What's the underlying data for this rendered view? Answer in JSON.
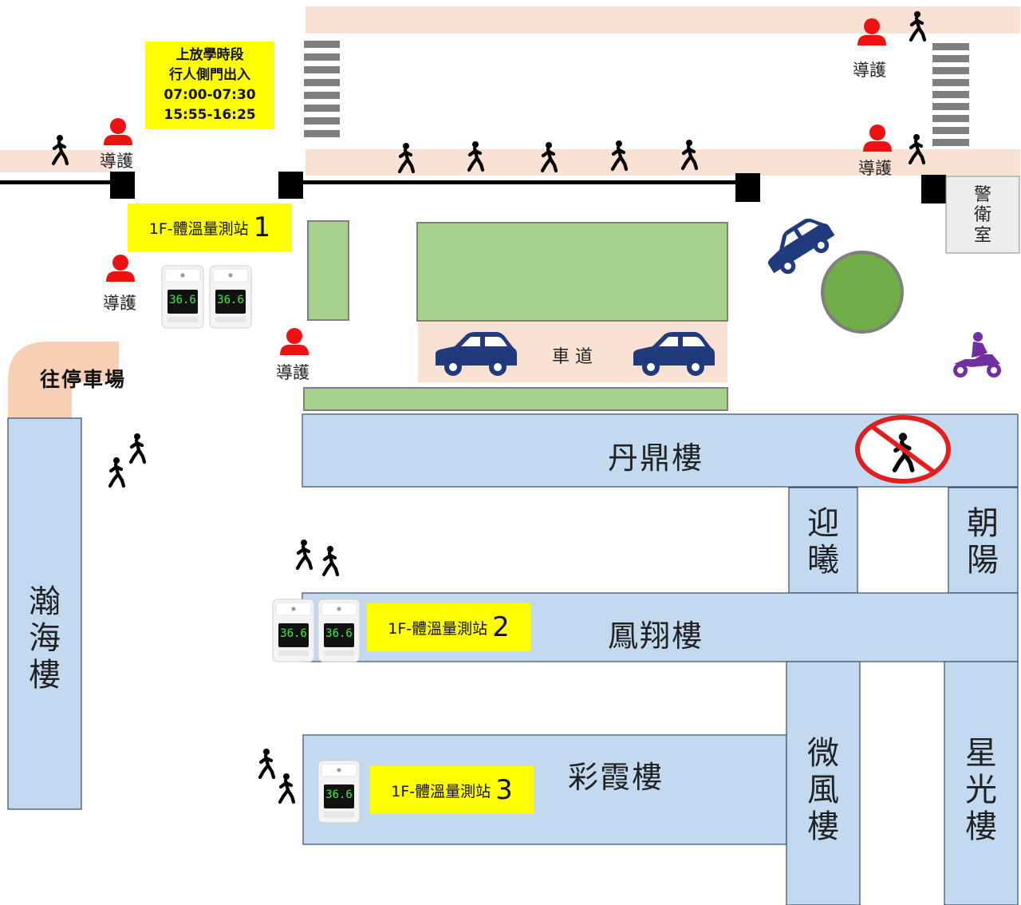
{
  "schedule": {
    "line1": "上放學時段",
    "line2": "行人側門出入",
    "line3": "07:00-07:30",
    "line4": "15:55-16:25"
  },
  "stations": [
    {
      "label": "1F-體溫量測站",
      "number": "1"
    },
    {
      "label": "1F-體溫量測站",
      "number": "2"
    },
    {
      "label": "1F-體溫量測站",
      "number": "3"
    }
  ],
  "guard_label": "導護",
  "thermometer_reading": "36.6",
  "driveway_label": "車 道",
  "parking_label": "往停車場",
  "guard_room": [
    "警",
    "衛",
    "室"
  ],
  "buildings": {
    "danding": "丹鼎樓",
    "fengxiang": "鳳翔樓",
    "caixia": "彩霞樓",
    "hanhai": [
      "瀚",
      "海",
      "樓"
    ],
    "yingxi": [
      "迎",
      "曦"
    ],
    "zhaoyang": [
      "朝",
      "陽"
    ],
    "weifeng": [
      "微",
      "風",
      "樓"
    ],
    "xingguang": [
      "星",
      "光",
      "樓"
    ]
  },
  "colors": {
    "walkway": "#f9e1d4",
    "building": "#c3d9ef",
    "building_border": "#3a4a6a",
    "green_area": "#a9d18e",
    "roundabout": "#70ad47",
    "highlight": "#ffff00",
    "guard": "#ee1111",
    "car": "#1f3a7d",
    "motorcycle": "#7030a0",
    "no_entry": "#e02020"
  },
  "icons": [
    "pedestrian-icon",
    "guard-icon",
    "thermometer-kiosk-icon",
    "car-icon",
    "motorcycle-icon",
    "no-pedestrian-icon",
    "crosswalk-icon",
    "gate-post-icon"
  ]
}
